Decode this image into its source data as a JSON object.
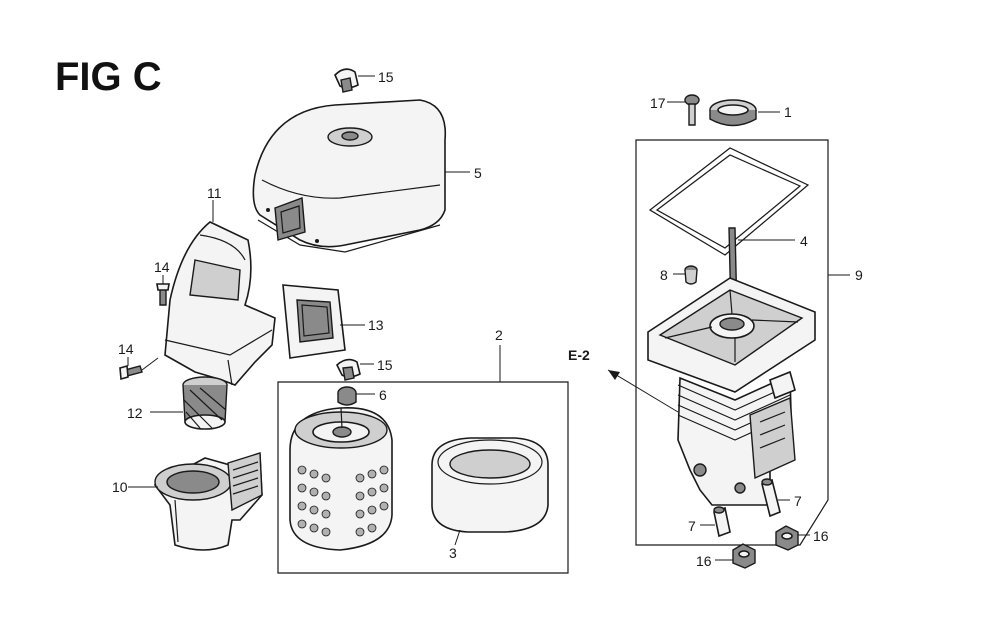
{
  "figure": {
    "title": "FIG C"
  },
  "callouts": {
    "c1": "1",
    "c2": "2",
    "c3": "3",
    "c4": "4",
    "c5": "5",
    "c6": "6",
    "c7a": "7",
    "c7b": "7",
    "c8": "8",
    "c9": "9",
    "c10": "10",
    "c11": "11",
    "c12": "12",
    "c13": "13",
    "c14a": "14",
    "c14b": "14",
    "c15a": "15",
    "c15b": "15",
    "c16a": "16",
    "c16b": "16",
    "c17": "17"
  },
  "reference": {
    "label": "E-2"
  },
  "colors": {
    "line": "#1a1a1a",
    "fill": "#f4f4f4",
    "dark": "#8a8a8a"
  }
}
